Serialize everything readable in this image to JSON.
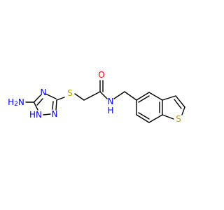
{
  "molecule": {
    "colors": {
      "bond": "#000000",
      "nitrogen": "#0000FF",
      "oxygen": "#FF0000",
      "sulfur": "#B2A200",
      "background": "#FFFFFF"
    },
    "atoms": {
      "amino": {
        "label": "H2N",
        "element": "N"
      },
      "triazole_n4": {
        "label": "N",
        "element": "N"
      },
      "triazole_n2": {
        "label": "N",
        "element": "N"
      },
      "triazole_n1h": {
        "label": "HN",
        "element": "N"
      },
      "thioether_s": {
        "label": "S",
        "element": "S"
      },
      "carbonyl_o": {
        "label": "O",
        "element": "O"
      },
      "amide_nh": {
        "label": "N H",
        "element": "N"
      },
      "thiophene_s": {
        "label": "S",
        "element": "S"
      }
    }
  }
}
